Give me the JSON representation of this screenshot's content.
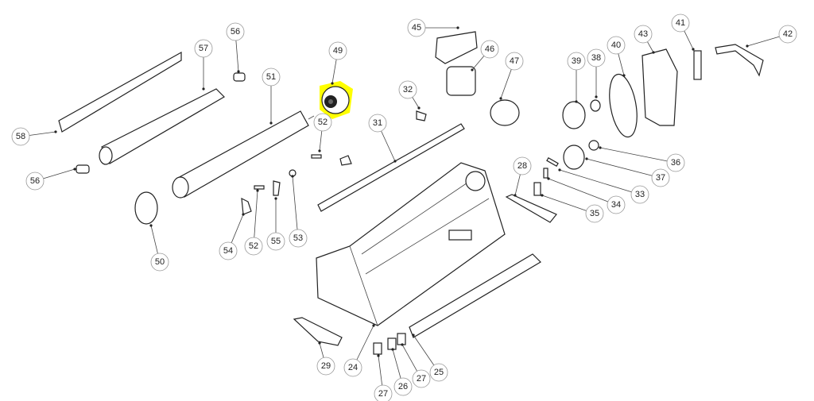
{
  "diagram": {
    "title": "",
    "highlight_color": "#ffff00",
    "highlighted_part": "49",
    "callouts": [
      "58",
      "57",
      "56",
      "51",
      "49",
      "52",
      "56",
      "50",
      "54",
      "52",
      "55",
      "53",
      "45",
      "46",
      "47",
      "32",
      "31",
      "39",
      "38",
      "40",
      "43",
      "41",
      "42",
      "36",
      "37",
      "33",
      "34",
      "35",
      "28",
      "29",
      "24",
      "25",
      "27",
      "26",
      "27"
    ]
  }
}
